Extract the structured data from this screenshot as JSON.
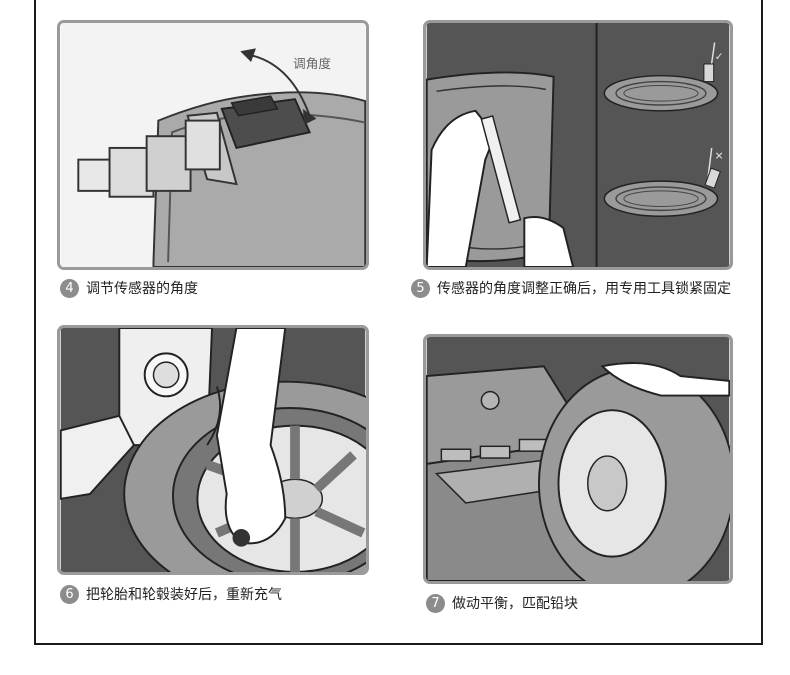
{
  "steps": [
    {
      "number": "4",
      "caption": "调节传感器的角度",
      "illustration_label": "调角度"
    },
    {
      "number": "5",
      "caption": "传感器的角度调整正确后，用专用工具锁紧固定",
      "check_mark": "✓",
      "cross_mark": "✕"
    },
    {
      "number": "6",
      "caption": "把轮胎和轮毂装好后，重新充气"
    },
    {
      "number": "7",
      "caption": "做动平衡，匹配铅块"
    }
  ],
  "colors": {
    "border": "#9a9a9a",
    "dark_bg": "#555555",
    "light_bg": "#f2f2f2",
    "badge": "#8c8c8c"
  }
}
